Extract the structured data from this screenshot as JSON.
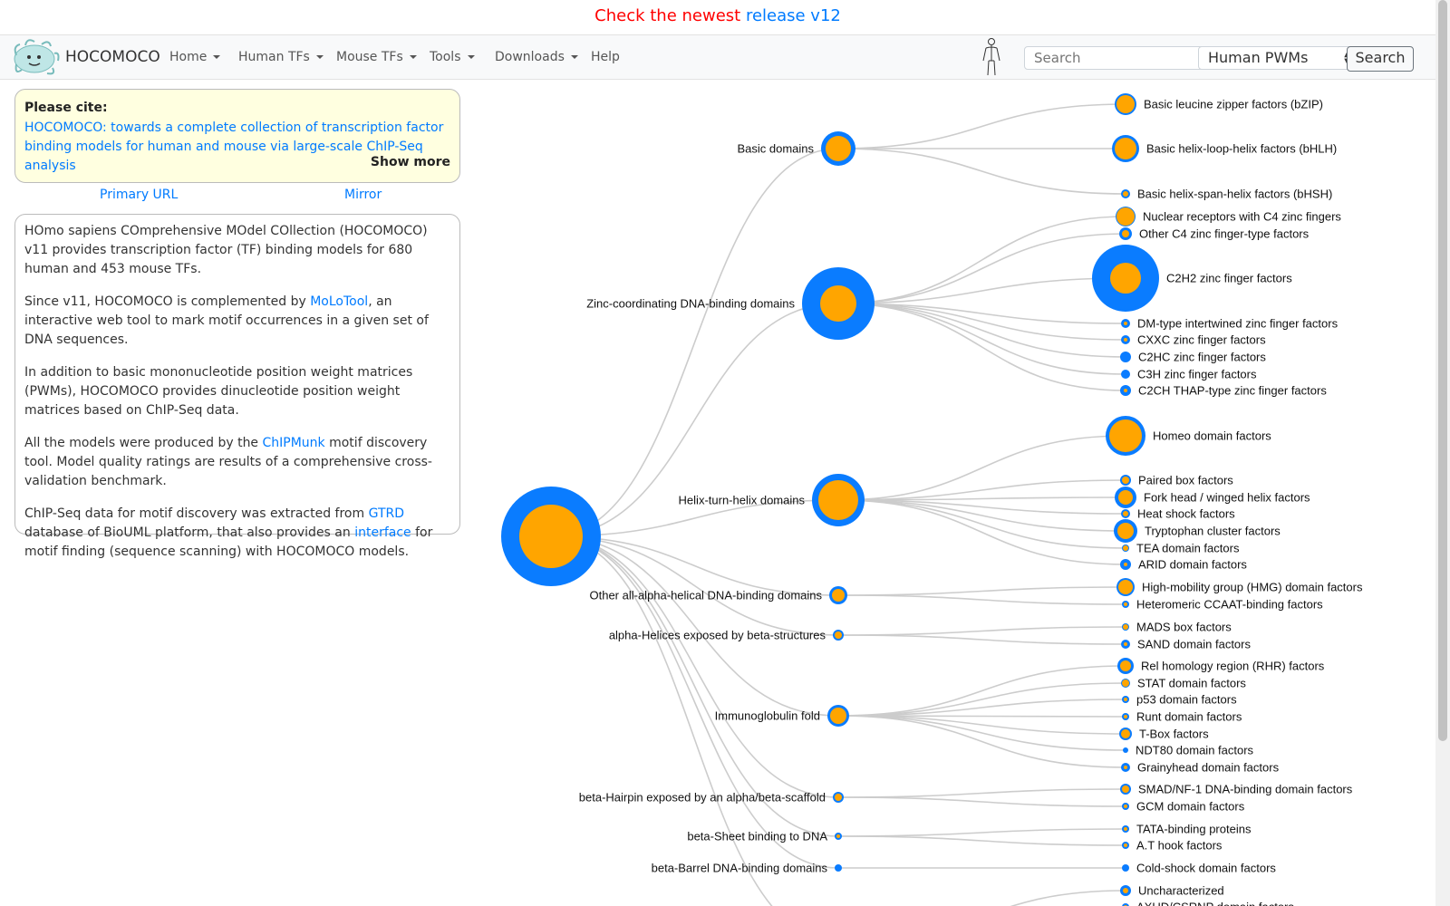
{
  "banner": {
    "lead": "Check the newest ",
    "link": "release v12"
  },
  "navbar": {
    "brand": "HOCOMOCO",
    "items": [
      "Home",
      "Human TFs",
      "Mouse TFs",
      "Tools",
      "Downloads",
      "Help"
    ],
    "search_placeholder": "Search",
    "collection_select": "Human PWMs",
    "search_button": "Search"
  },
  "cite": {
    "title": "Please cite:",
    "paper": "HOCOMOCO: towards a complete collection of transcription factor binding models for human and mouse via large-scale ChIP-Seq analysis",
    "show_more": "Show more"
  },
  "links": {
    "primary": "Primary URL",
    "mirror": "Mirror"
  },
  "description": {
    "p1": "HOmo sapiens COmprehensive MOdel COllection (HOCOMOCO) v11 provides transcription factor (TF) binding models for 680 human and 453 mouse TFs.",
    "p2_a": "Since v11, HOCOMOCO is complemented by ",
    "p2_link": "MoLoTool",
    "p2_b": ", an interactive web tool to mark motif occurrences in a given set of DNA sequences.",
    "p3": "In addition to basic mononucleotide position weight matrices (PWMs), HOCOMOCO provides dinucleotide position weight matrices based on ChIP-Seq data.",
    "p4_a": "All the models were produced by the ",
    "p4_link": "ChIPMunk",
    "p4_b": " motif discovery tool. Model quality ratings are results of a comprehensive cross-validation benchmark.",
    "p5_a": "ChIP-Seq data for motif discovery was extracted from ",
    "p5_link1": "GTRD",
    "p5_b": " database of BioUML platform, that also provides an ",
    "p5_link2": "interface",
    "p5_c": " for motif finding (sequence scanning) with HOCOMOCO models."
  },
  "tree": {
    "colors": {
      "outer": "#0a7cff",
      "inner": "#ffa500",
      "edge": "#cccccc"
    },
    "root": {
      "outer_r": 55,
      "inner_r": 35
    },
    "superclasses": [
      {
        "name": "Basic domains",
        "outer_r": 19,
        "inner_r": 14,
        "families": [
          {
            "name": "Basic leucine zipper factors (bZIP)",
            "outer_r": 12,
            "inner_r": 10
          },
          {
            "name": "Basic helix-loop-helix factors (bHLH)",
            "outer_r": 15,
            "inner_r": 12
          },
          {
            "name": "Basic helix-span-helix factors (bHSH)",
            "outer_r": 5,
            "inner_r": 3
          }
        ]
      },
      {
        "name": "Zinc-coordinating DNA-binding domains",
        "outer_r": 40,
        "inner_r": 20,
        "families": [
          {
            "name": "Nuclear receptors with C4 zinc fingers",
            "outer_r": 11,
            "inner_r": 10
          },
          {
            "name": "Other C4 zinc finger-type factors",
            "outer_r": 7,
            "inner_r": 4
          },
          {
            "name": "C2H2 zinc finger factors",
            "outer_r": 37,
            "inner_r": 17
          },
          {
            "name": "DM-type intertwined zinc finger factors",
            "outer_r": 5,
            "inner_r": 2
          },
          {
            "name": "CXXC zinc finger factors",
            "outer_r": 5,
            "inner_r": 2
          },
          {
            "name": "C2HC zinc finger factors",
            "outer_r": 6,
            "inner_r": 0
          },
          {
            "name": "C3H zinc finger factors",
            "outer_r": 5,
            "inner_r": 0
          },
          {
            "name": "C2CH THAP-type zinc finger factors",
            "outer_r": 6,
            "inner_r": 2
          }
        ]
      },
      {
        "name": "Helix-turn-helix domains",
        "outer_r": 29,
        "inner_r": 22,
        "families": [
          {
            "name": "Homeo domain factors",
            "outer_r": 22,
            "inner_r": 18
          },
          {
            "name": "Paired box factors",
            "outer_r": 6,
            "inner_r": 4
          },
          {
            "name": "Fork head / winged helix factors",
            "outer_r": 12,
            "inner_r": 8
          },
          {
            "name": "Heat shock factors",
            "outer_r": 5,
            "inner_r": 3
          },
          {
            "name": "Tryptophan cluster factors",
            "outer_r": 13,
            "inner_r": 9
          },
          {
            "name": "TEA domain factors",
            "outer_r": 4,
            "inner_r": 3
          },
          {
            "name": "ARID domain factors",
            "outer_r": 6,
            "inner_r": 2
          }
        ]
      },
      {
        "name": "Other all-alpha-helical DNA-binding domains",
        "outer_r": 10,
        "inner_r": 7,
        "families": [
          {
            "name": "High-mobility group (HMG) domain factors",
            "outer_r": 10,
            "inner_r": 8
          },
          {
            "name": "Heteromeric CCAAT-binding factors",
            "outer_r": 4,
            "inner_r": 2
          }
        ]
      },
      {
        "name": "alpha-Helices exposed by beta-structures",
        "outer_r": 6,
        "inner_r": 4,
        "families": [
          {
            "name": "MADS box factors",
            "outer_r": 4,
            "inner_r": 3
          },
          {
            "name": "SAND domain factors",
            "outer_r": 5,
            "inner_r": 2
          }
        ]
      },
      {
        "name": "Immunoglobulin fold",
        "outer_r": 12,
        "inner_r": 9,
        "families": [
          {
            "name": "Rel homology region (RHR) factors",
            "outer_r": 9,
            "inner_r": 6
          },
          {
            "name": "STAT domain factors",
            "outer_r": 5,
            "inner_r": 4
          },
          {
            "name": "p53 domain factors",
            "outer_r": 4,
            "inner_r": 2
          },
          {
            "name": "Runt domain factors",
            "outer_r": 4,
            "inner_r": 2
          },
          {
            "name": "T-Box factors",
            "outer_r": 7,
            "inner_r": 5
          },
          {
            "name": "NDT80 domain factors",
            "outer_r": 3,
            "inner_r": 0
          },
          {
            "name": "Grainyhead domain factors",
            "outer_r": 5,
            "inner_r": 2
          }
        ]
      },
      {
        "name": "beta-Hairpin exposed by an alpha/beta-scaffold",
        "outer_r": 6,
        "inner_r": 4,
        "families": [
          {
            "name": "SMAD/NF-1 DNA-binding domain factors",
            "outer_r": 6,
            "inner_r": 4
          },
          {
            "name": "GCM domain factors",
            "outer_r": 4,
            "inner_r": 2
          }
        ]
      },
      {
        "name": "beta-Sheet binding to DNA",
        "outer_r": 4,
        "inner_r": 2,
        "families": [
          {
            "name": "TATA-binding proteins",
            "outer_r": 4,
            "inner_r": 2
          },
          {
            "name": "A.T hook factors",
            "outer_r": 4,
            "inner_r": 2
          }
        ]
      },
      {
        "name": "beta-Barrel DNA-binding domains",
        "outer_r": 4,
        "inner_r": 0,
        "families": [
          {
            "name": "Cold-shock domain factors",
            "outer_r": 4,
            "inner_r": 0
          }
        ]
      },
      {
        "name": "",
        "outer_r": 0,
        "inner_r": 0,
        "families": [
          {
            "name": "Uncharacterized",
            "outer_r": 6,
            "inner_r": 3
          },
          {
            "name": "AXUD/CSRNP domain factors",
            "outer_r": 4,
            "inner_r": 2
          }
        ]
      }
    ]
  }
}
